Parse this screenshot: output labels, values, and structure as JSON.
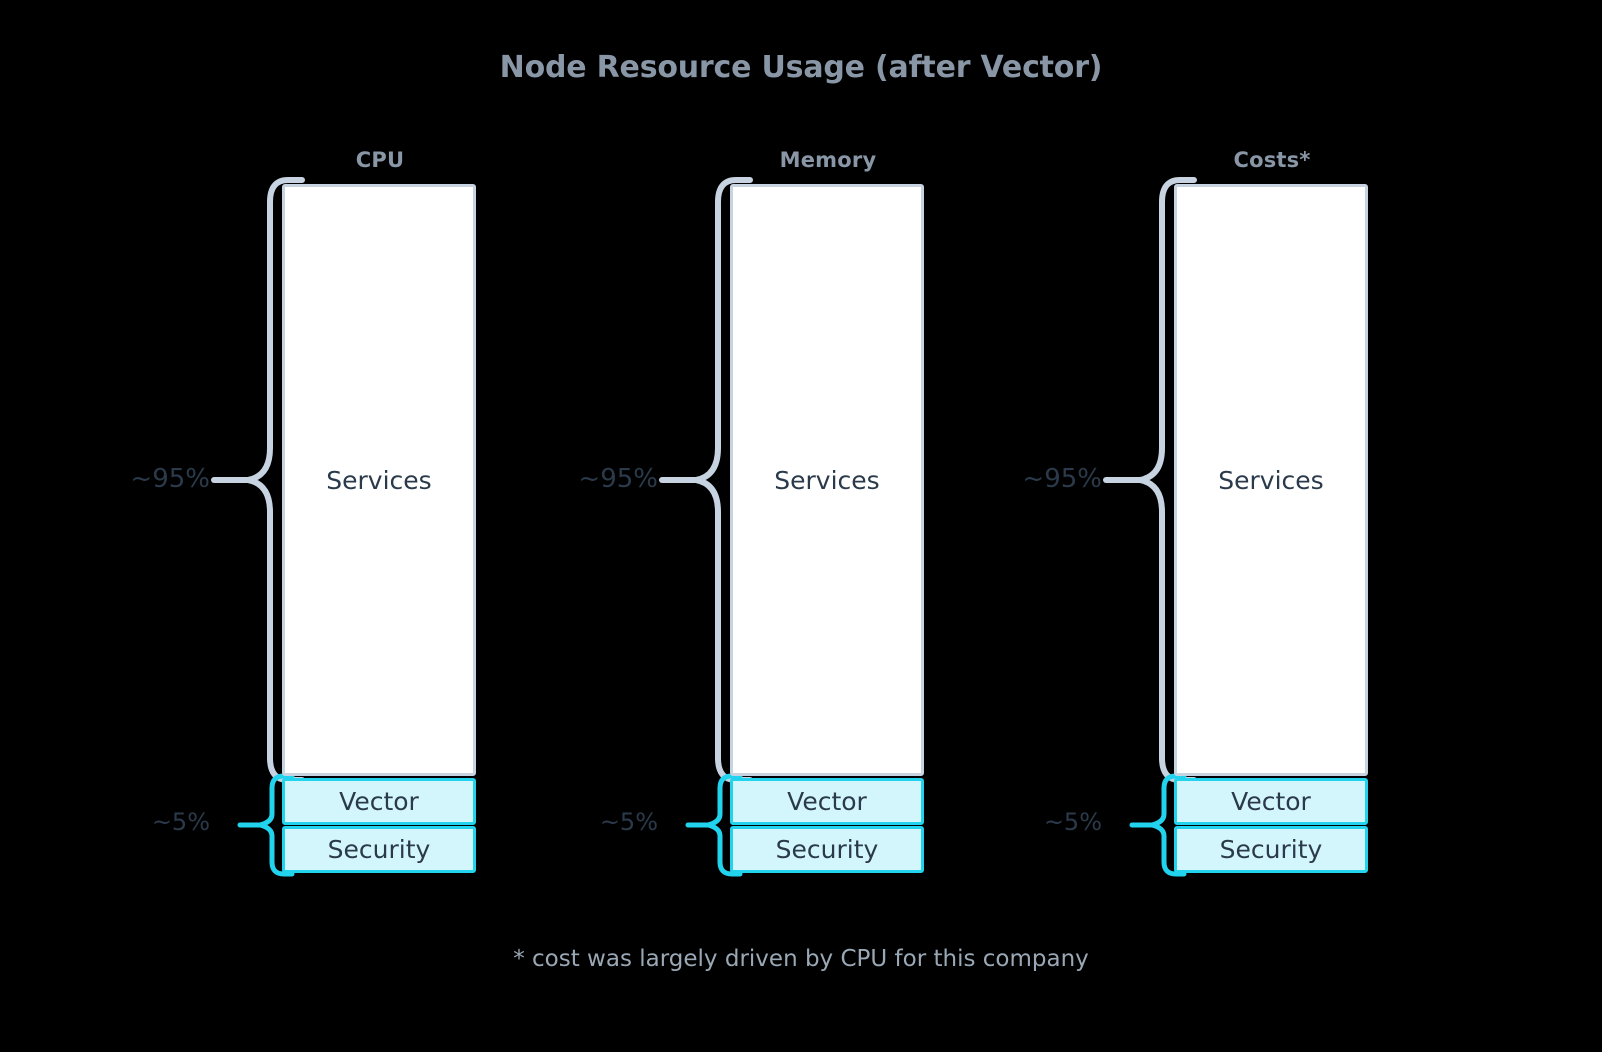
{
  "chart_data": {
    "type": "bar",
    "title": "Node Resource Usage (after Vector)",
    "categories": [
      "CPU",
      "Memory",
      "Costs*"
    ],
    "stack_order": [
      "Services",
      "Vector",
      "Security"
    ],
    "series": [
      {
        "name": "Services",
        "values": [
          95,
          95,
          95
        ],
        "label": "Services",
        "color": "#ffffff",
        "border_color": "#c7d3e0"
      },
      {
        "name": "Vector",
        "values": [
          2.5,
          2.5,
          2.5
        ],
        "label": "Vector",
        "color": "#d3f6fd",
        "border_color": "#22d3ee"
      },
      {
        "name": "Security",
        "values": [
          2.5,
          2.5,
          2.5
        ],
        "label": "Security",
        "color": "#d3f6fd",
        "border_color": "#22d3ee"
      }
    ],
    "annotations": [
      {
        "text": "~95%",
        "refers_to": "Services",
        "brace_color": "#c7d3e0"
      },
      {
        "text": "~5%",
        "refers_to": "Vector + Security",
        "brace_color": "#22d3ee"
      }
    ],
    "footnote": "* cost was largely driven by CPU for this company",
    "xlabel": "",
    "ylabel": "",
    "grid": false,
    "legend": "none",
    "background": "#000000"
  },
  "title": "Node Resource Usage (after Vector)",
  "columns": [
    {
      "header": "CPU",
      "services_label": "Services",
      "vector_label": "Vector",
      "security_label": "Security",
      "pct_big": "~95%",
      "pct_small": "~5%"
    },
    {
      "header": "Memory",
      "services_label": "Services",
      "vector_label": "Vector",
      "security_label": "Security",
      "pct_big": "~95%",
      "pct_small": "~5%"
    },
    {
      "header": "Costs*",
      "services_label": "Services",
      "vector_label": "Vector",
      "security_label": "Security",
      "pct_big": "~95%",
      "pct_small": "~5%"
    }
  ],
  "footnote": "* cost was largely driven by CPU for this company",
  "colors": {
    "background": "#000000",
    "title": "#8896a6",
    "header": "#8896a6",
    "bar_text": "#2b3a4a",
    "services_fill": "#ffffff",
    "services_border": "#c7d3e0",
    "small_fill": "#d3f6fd",
    "small_border": "#22d3ee",
    "brace_big": "#c7d3e0",
    "brace_small": "#22d3ee",
    "footnote": "#9aa8b6"
  }
}
